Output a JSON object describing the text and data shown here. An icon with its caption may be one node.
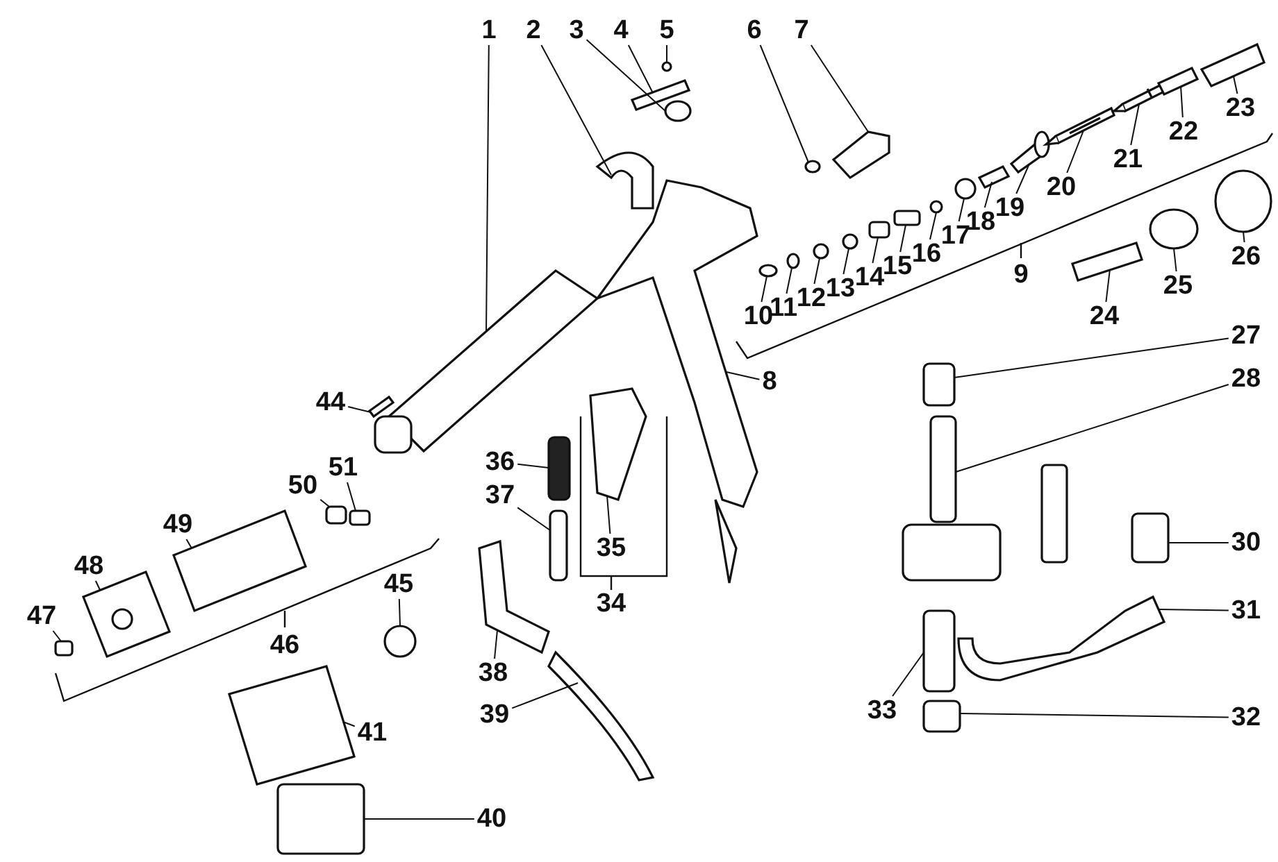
{
  "diagram": {
    "nodes": [
      {
        "text": [
          "1"
        ]
      },
      {
        "text": [
          "2"
        ]
      },
      {
        "text": [
          "3"
        ]
      },
      {
        "text": [
          "4"
        ]
      },
      {
        "text": [
          "5"
        ]
      },
      {
        "text": [
          "6"
        ]
      },
      {
        "text": [
          "7"
        ]
      },
      {
        "text": [
          "8"
        ]
      },
      {
        "text": [
          "9"
        ]
      },
      {
        "text": [
          "10"
        ]
      },
      {
        "text": [
          "11"
        ]
      },
      {
        "text": [
          "12"
        ]
      },
      {
        "text": [
          "13"
        ]
      },
      {
        "text": [
          "14"
        ]
      },
      {
        "text": [
          "15"
        ]
      },
      {
        "text": [
          "16"
        ]
      },
      {
        "text": [
          "17"
        ]
      },
      {
        "text": [
          "18"
        ]
      },
      {
        "text": [
          "19"
        ]
      },
      {
        "text": [
          "20"
        ]
      },
      {
        "text": [
          "21"
        ]
      },
      {
        "text": [
          "22"
        ]
      },
      {
        "text": [
          "23"
        ]
      },
      {
        "text": [
          "24"
        ]
      },
      {
        "text": [
          "25"
        ]
      },
      {
        "text": [
          "26"
        ]
      },
      {
        "text": [
          "27"
        ]
      },
      {
        "text": [
          "28"
        ]
      },
      {
        "text": [
          "30"
        ]
      },
      {
        "text": [
          "31"
        ]
      },
      {
        "text": [
          "32"
        ]
      },
      {
        "text": [
          "33"
        ]
      },
      {
        "text": [
          "34"
        ]
      },
      {
        "text": [
          "35"
        ]
      },
      {
        "text": [
          "36"
        ]
      },
      {
        "text": [
          "37"
        ]
      },
      {
        "text": [
          "38"
        ]
      },
      {
        "text": [
          "39"
        ]
      },
      {
        "text": [
          "40"
        ]
      },
      {
        "text": [
          "41"
        ]
      },
      {
        "text": [
          "44"
        ]
      },
      {
        "text": [
          "45"
        ]
      },
      {
        "text": [
          "46"
        ]
      },
      {
        "text": [
          "47"
        ]
      },
      {
        "text": [
          "48"
        ]
      },
      {
        "text": [
          "49"
        ]
      },
      {
        "text": [
          "50"
        ]
      },
      {
        "text": [
          "51"
        ]
      },
      {
        "text": [],
        "shape": "picture"
      },
      {
        "text": [],
        "shape": "picture"
      },
      {
        "text": [],
        "shape": "circle"
      },
      {
        "text": [],
        "shape": "picture"
      },
      {
        "text": [],
        "shape": "circle"
      },
      {
        "text": [],
        "shape": "circle"
      },
      {
        "text": [],
        "shape": "picture"
      },
      {
        "text": [],
        "shape": "picture"
      },
      {
        "text": [],
        "shape": "circle"
      },
      {
        "text": [],
        "shape": "circle"
      },
      {
        "text": [],
        "shape": "circle"
      },
      {
        "text": [],
        "shape": "circle"
      },
      {
        "text": [],
        "shape": "box"
      },
      {
        "text": [],
        "shape": "box"
      },
      {
        "text": [],
        "shape": "circle"
      },
      {
        "text": [],
        "shape": "circle"
      },
      {
        "text": [],
        "shape": "picture"
      },
      {
        "text": [],
        "shape": "picture"
      },
      {
        "text": [],
        "shape": "picture"
      },
      {
        "text": [],
        "shape": "picture"
      },
      {
        "text": [],
        "shape": "picture"
      },
      {
        "text": [],
        "shape": "picture"
      },
      {
        "text": [],
        "shape": "picture"
      },
      {
        "text": [],
        "shape": "circle"
      },
      {
        "text": [],
        "shape": "circle"
      },
      {
        "text": [],
        "shape": "box"
      },
      {
        "text": [],
        "shape": "box"
      },
      {
        "text": [],
        "shape": "box"
      },
      {
        "text": [],
        "shape": "picture"
      },
      {
        "text": [],
        "shape": "box"
      },
      {
        "text": [],
        "shape": "box"
      },
      {
        "text": [],
        "shape": "picture"
      },
      {
        "text": [],
        "shape": "box"
      },
      {
        "text": [],
        "shape": "box"
      },
      {
        "text": [],
        "shape": "picture"
      },
      {
        "text": [],
        "shape": "picture"
      },
      {
        "text": [],
        "shape": "box"
      },
      {
        "text": [],
        "shape": "picture"
      },
      {
        "text": [],
        "shape": "picture"
      },
      {
        "text": [],
        "shape": "circle"
      },
      {
        "text": [],
        "shape": "box"
      },
      {
        "text": [],
        "shape": "picture"
      },
      {
        "text": [],
        "shape": "picture"
      },
      {
        "text": [],
        "shape": "box"
      },
      {
        "text": [],
        "shape": "box"
      }
    ],
    "edges": [
      {
        "from": 0,
        "to": 48,
        "arrow": "none"
      },
      {
        "from": 1,
        "to": 49,
        "arrow": "none"
      },
      {
        "from": 2,
        "to": 50,
        "arrow": "none"
      },
      {
        "from": 3,
        "to": 51,
        "arrow": "none"
      },
      {
        "from": 4,
        "to": 52,
        "arrow": "none"
      },
      {
        "from": 5,
        "to": 53,
        "arrow": "none"
      },
      {
        "from": 6,
        "to": 54,
        "arrow": "none"
      },
      {
        "from": 7,
        "to": 55,
        "arrow": "none"
      },
      {
        "from": 9,
        "to": 56,
        "arrow": "none"
      },
      {
        "from": 10,
        "to": 57,
        "arrow": "none"
      },
      {
        "from": 11,
        "to": 58,
        "arrow": "none"
      },
      {
        "from": 12,
        "to": 59,
        "arrow": "none"
      },
      {
        "from": 13,
        "to": 60,
        "arrow": "none"
      },
      {
        "from": 14,
        "to": 61,
        "arrow": "none"
      },
      {
        "from": 15,
        "to": 62,
        "arrow": "none"
      },
      {
        "from": 16,
        "to": 63,
        "arrow": "none"
      },
      {
        "from": 17,
        "to": 64,
        "arrow": "none"
      },
      {
        "from": 18,
        "to": 65,
        "arrow": "none"
      },
      {
        "from": 19,
        "to": 66,
        "arrow": "none"
      },
      {
        "from": 20,
        "to": 67,
        "arrow": "none"
      },
      {
        "from": 21,
        "to": 68,
        "arrow": "none"
      },
      {
        "from": 22,
        "to": 69,
        "arrow": "none"
      },
      {
        "from": 23,
        "to": 70,
        "arrow": "none"
      },
      {
        "from": 24,
        "to": 71,
        "arrow": "none"
      },
      {
        "from": 25,
        "to": 72,
        "arrow": "none"
      },
      {
        "from": 26,
        "to": 73,
        "arrow": "none"
      },
      {
        "from": 27,
        "to": 74,
        "arrow": "none"
      },
      {
        "from": 28,
        "to": 75,
        "arrow": "none"
      },
      {
        "from": 29,
        "to": 76,
        "arrow": "none"
      },
      {
        "from": 30,
        "to": 77,
        "arrow": "none"
      },
      {
        "from": 31,
        "to": 78,
        "arrow": "none"
      },
      {
        "from": 33,
        "to": 79,
        "arrow": "none"
      },
      {
        "from": 34,
        "to": 80,
        "arrow": "none"
      },
      {
        "from": 35,
        "to": 81,
        "arrow": "none"
      },
      {
        "from": 36,
        "to": 82,
        "arrow": "none"
      },
      {
        "from": 37,
        "to": 83,
        "arrow": "none"
      },
      {
        "from": 38,
        "to": 84,
        "arrow": "none"
      },
      {
        "from": 39,
        "to": 85,
        "arrow": "none"
      },
      {
        "from": 40,
        "to": 86,
        "arrow": "none"
      },
      {
        "from": 41,
        "to": 87,
        "arrow": "none"
      },
      {
        "from": 43,
        "to": 88,
        "arrow": "none"
      },
      {
        "from": 44,
        "to": 89,
        "arrow": "none"
      },
      {
        "from": 45,
        "to": 90,
        "arrow": "none"
      },
      {
        "from": 46,
        "to": 91,
        "arrow": "none"
      },
      {
        "from": 47,
        "to": 92,
        "arrow": "none"
      }
    ]
  }
}
